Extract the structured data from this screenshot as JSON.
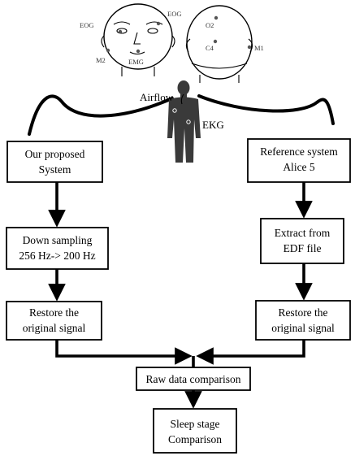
{
  "electrodes": {
    "eog_left": "EOG",
    "eog_right": "EOG",
    "m2": "M2",
    "emg": "EMG",
    "o2": "O2",
    "c4": "C4",
    "m1": "M1"
  },
  "sensors": {
    "airflow": "Airflow",
    "ekg": "EKG"
  },
  "left_branch": {
    "box1": [
      "Our proposed",
      "System"
    ],
    "box2": [
      "Down sampling",
      "256 Hz-> 200 Hz"
    ],
    "box3": [
      "Restore the",
      "original signal"
    ]
  },
  "right_branch": {
    "box1": [
      "Reference system",
      "Alice 5"
    ],
    "box2": [
      "Extract from",
      "EDF file"
    ],
    "box3": [
      "Restore the",
      "original signal"
    ]
  },
  "merge": {
    "box1": [
      "Raw data comparison"
    ],
    "box2": [
      "Sleep stage",
      "Comparison"
    ]
  }
}
